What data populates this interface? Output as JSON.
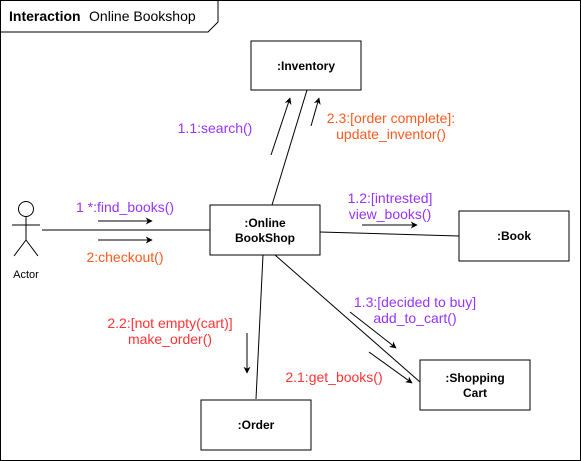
{
  "frame": {
    "keyword": "Interaction",
    "name": "Online Bookshop"
  },
  "objects": {
    "inventory": ":Inventory",
    "bookshop": [
      ":Online",
      "BookShop"
    ],
    "book": ":Book",
    "shopping_cart": [
      ":Shopping",
      "Cart"
    ],
    "order": ":Order",
    "actor": "Actor"
  },
  "messages": {
    "m1": "1 *:find_books()",
    "m2": "2:checkout()",
    "m1_1": "1.1:search()",
    "m2_3": [
      "2.3:[order complete]:",
      "update_inventor()"
    ],
    "m1_2": [
      "1.2:[intrested]",
      "view_books()"
    ],
    "m2_2": [
      "2.2:[not empty(cart)]",
      "make_order()"
    ],
    "m1_3": [
      "1.3:[decided to buy]",
      "add_to_cart()"
    ],
    "m2_1": "2.1:get_books()"
  },
  "colors": {
    "purple": "#9933FF",
    "orange": "#FF5A1F",
    "red": "#FF3333",
    "black": "#000000"
  }
}
